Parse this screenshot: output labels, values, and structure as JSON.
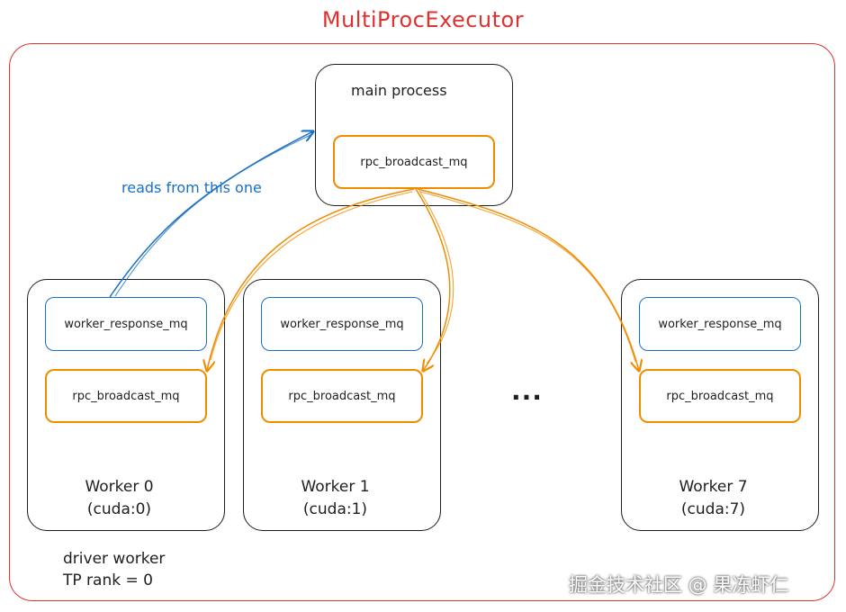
{
  "title": "MultiProcExecutor",
  "main_process": {
    "label": "main process",
    "queue": "rpc_broadcast_mq"
  },
  "note": "reads from this one",
  "workers": [
    {
      "name": "Worker 0",
      "device": "(cuda:0)",
      "response_queue": "worker_response_mq",
      "broadcast_queue": "rpc_broadcast_mq"
    },
    {
      "name": "Worker 1",
      "device": "(cuda:1)",
      "response_queue": "worker_response_mq",
      "broadcast_queue": "rpc_broadcast_mq"
    },
    {
      "name": "Worker 7",
      "device": "(cuda:7)",
      "response_queue": "worker_response_mq",
      "broadcast_queue": "rpc_broadcast_mq"
    }
  ],
  "ellipsis": "...",
  "driver_note": {
    "line1": "driver worker",
    "line2": "TP rank = 0"
  },
  "watermark": "掘金技术社区 @ 果冻虾仁",
  "colors": {
    "frame": "#e03131",
    "broadcast": "#f08c00",
    "response": "#1971c2"
  }
}
